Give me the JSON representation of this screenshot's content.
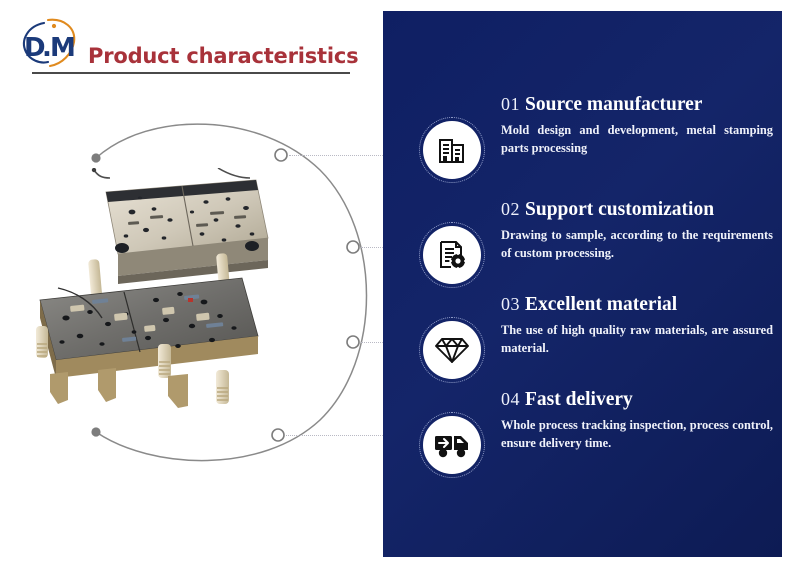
{
  "brand": {
    "logo_text_left": "D",
    "logo_dot": ".",
    "logo_text_right": "M",
    "logo_name": "dm-logo"
  },
  "header": {
    "title": "Product characteristics"
  },
  "left": {
    "photo_alt": "metal stamping die mold product photo",
    "arc_nodes": 4
  },
  "panel": {
    "background_color": "#0f1f63",
    "features": [
      {
        "number": "01",
        "heading": "Source manufacturer",
        "desc": "Mold design and development, metal stamping parts processing",
        "icon": "building-icon"
      },
      {
        "number": "02",
        "heading": "Support customization",
        "desc": "Drawing to sample, according to the requirements of custom processing.",
        "icon": "document-gear-icon"
      },
      {
        "number": "03",
        "heading": "Excellent material",
        "desc": "The use of high quality raw materials, are assured material.",
        "icon": "diamond-icon"
      },
      {
        "number": "04",
        "heading": "Fast delivery",
        "desc": "Whole process tracking inspection, process control, ensure delivery time.",
        "icon": "truck-icon"
      }
    ]
  },
  "colors": {
    "title_red": "#a8323a",
    "panel_blue": "#0f1f63",
    "logo_blue": "#1b3a7a",
    "logo_orange": "#e08a1e",
    "rule_gray": "#4a4a4a",
    "arc_gray": "#8a8a8a",
    "dot_gray": "#b9b9c4"
  }
}
